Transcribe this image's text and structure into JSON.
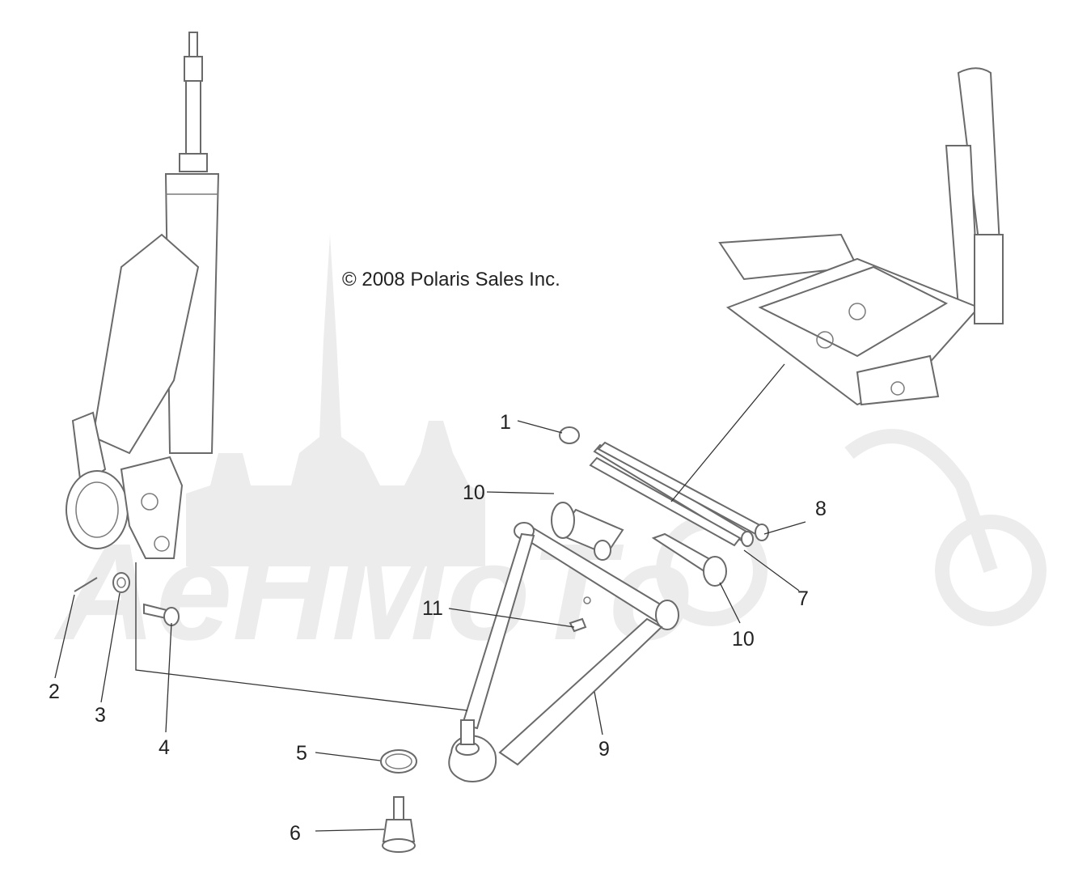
{
  "copyright": "© 2008 Polaris Sales Inc.",
  "watermark": "AeHMoTo",
  "callouts": [
    "1",
    "2",
    "3",
    "4",
    "5",
    "6",
    "7",
    "8",
    "9",
    "10",
    "10",
    "11"
  ],
  "colors": {
    "line": "#6a6a6a",
    "leader": "#333333",
    "watermark": "#ececec",
    "background": "#ffffff"
  }
}
